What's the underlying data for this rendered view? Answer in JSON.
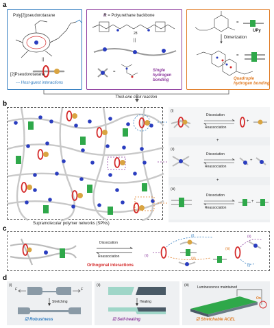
{
  "panels": {
    "a": {
      "letter": "a",
      "box1": {
        "title": "Poly[2]pseudorotaxane",
        "equiv": "||",
        "sublabel": "[2]Pseudorotaxane",
        "footer": "Host-guest interactions",
        "color": "#2e7bbf"
      },
      "box2": {
        "title": "R = Polyurethane backbone",
        "repeat": "28",
        "equiv": "||",
        "footer": "Single hydrogen bonding",
        "color": "#8e3c9e"
      },
      "box3": {
        "monomer": "UPy",
        "equiv": "=",
        "step": "Dimerization",
        "footer": "Quadruple hydrogen bonding",
        "color": "#e07b24"
      },
      "connector": "Thiol-ene click reaction"
    },
    "b": {
      "letter": "b",
      "network_caption": "Supramolecular polymer networks (SPNs)",
      "rows": [
        {
          "num": "(i)",
          "forward": "Dissociation",
          "backward": "Reassociation",
          "plus": "+"
        },
        {
          "num": "(ii)",
          "forward": "Dissociation",
          "backward": "Reassociation",
          "plus": "+"
        },
        {
          "num": "(iii)",
          "forward": "Dissociation",
          "backward": "Reassociation",
          "plus": "+"
        }
      ]
    },
    "c": {
      "letter": "c",
      "forward": "Dissociation",
      "backward": "Reassociation",
      "caption": "Orthogonal interactions",
      "tags": [
        "(i)",
        "(ii)",
        "(iii)",
        "(i)",
        "(ii)",
        "(iii)"
      ]
    },
    "d": {
      "letter": "d",
      "items": [
        {
          "num": "(i)",
          "force": "F",
          "step": "Stretching",
          "check": "☑",
          "label": "Robustness"
        },
        {
          "num": "(ii)",
          "step": "Healing",
          "check": "☑",
          "label": "Self-healing"
        },
        {
          "num": "(iii)",
          "top": "Luminescence maintained",
          "state": "On",
          "check": "☑",
          "label": "Stretchable ACEL"
        }
      ]
    }
  },
  "colors": {
    "blue": "#2e7bbf",
    "purple": "#8e3c9e",
    "orange": "#e07b24",
    "red_ring": "#d42a2a",
    "gold_bead": "#d9a441",
    "green_block": "#2fa84a",
    "navy_node": "#2a3dbf",
    "highlight_red": "#d42a2a"
  }
}
